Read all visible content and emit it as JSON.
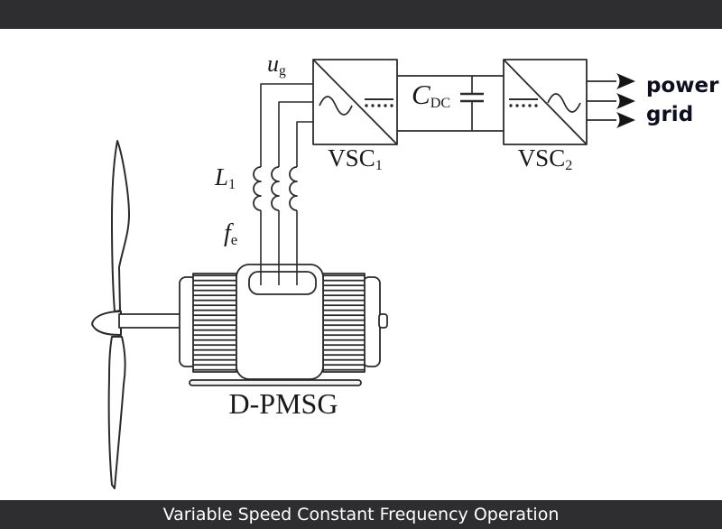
{
  "frame": {
    "caption": "Variable Speed Constant Frequency Operation",
    "bar_color": "#2e2e30",
    "caption_color": "#ffffff"
  },
  "diagram": {
    "labels": {
      "ug": {
        "base": "u",
        "sub": "g"
      },
      "l1": {
        "base": "L",
        "sub": "1"
      },
      "fe": {
        "base": "f",
        "sub": "e"
      },
      "vsc1": {
        "base": "VSC",
        "sub": "1"
      },
      "vsc2": {
        "base": "VSC",
        "sub": "2"
      },
      "cdc": {
        "base": "C",
        "sub": "DC"
      },
      "generator": "D-PMSG",
      "grid_word1": "power",
      "grid_word2": "grid"
    },
    "colors": {
      "line": "#2b2b2b",
      "label_text": "#1a1a1a",
      "grid_label_text": "#0e0e22",
      "arrow_fill": "#151515"
    }
  }
}
